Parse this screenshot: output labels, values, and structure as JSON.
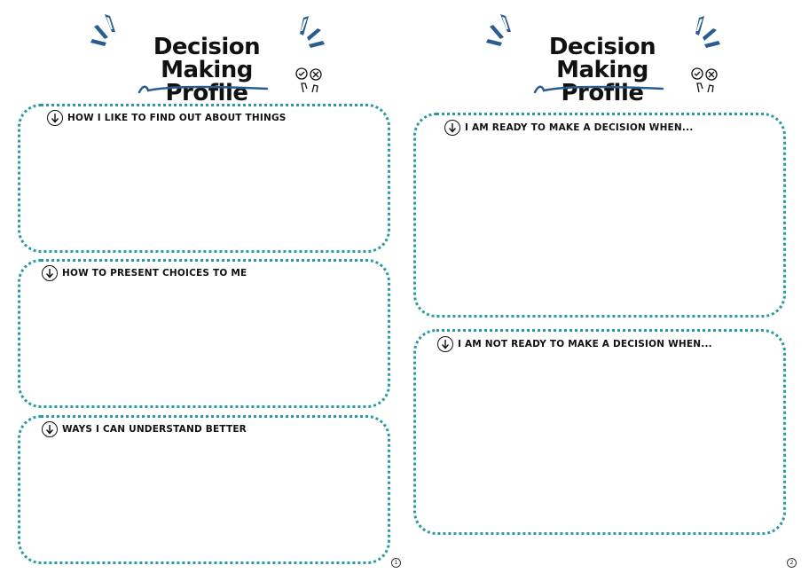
{
  "pages": [
    {
      "title_line1": "Decision Making",
      "title_line2": "Profile",
      "page_number": "1",
      "sections": [
        {
          "label": "HOW I LIKE TO FIND OUT ABOUT THINGS"
        },
        {
          "label": "HOW TO PRESENT CHOICES TO ME"
        },
        {
          "label": "WAYS I CAN UNDERSTAND BETTER"
        }
      ]
    },
    {
      "title_line1": "Decision Making",
      "title_line2": "Profile",
      "page_number": "2",
      "sections": [
        {
          "label": "I AM READY TO MAKE A DECISION WHEN..."
        },
        {
          "label": "I AM NOT READY TO MAKE A DECISION WHEN..."
        }
      ]
    }
  ],
  "colors": {
    "box_border": "#2a9aa0",
    "accent_blue": "#2a5d8f"
  },
  "icons": [
    "arrow-down-circle-icon",
    "sparkle-accent-icon",
    "decision-hands-icon"
  ]
}
